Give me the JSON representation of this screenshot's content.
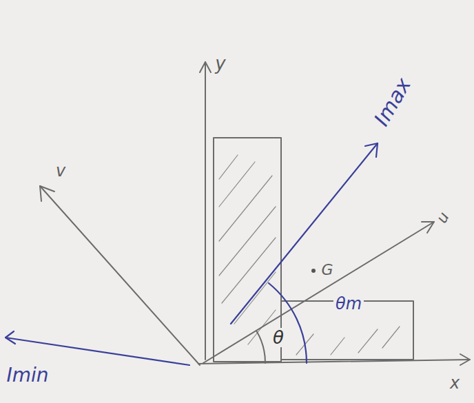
{
  "diagram": {
    "labels": [
      "y",
      "Imax",
      "v",
      "u",
      "G",
      "θm",
      "θ",
      "Imin",
      "x"
    ]
  }
}
